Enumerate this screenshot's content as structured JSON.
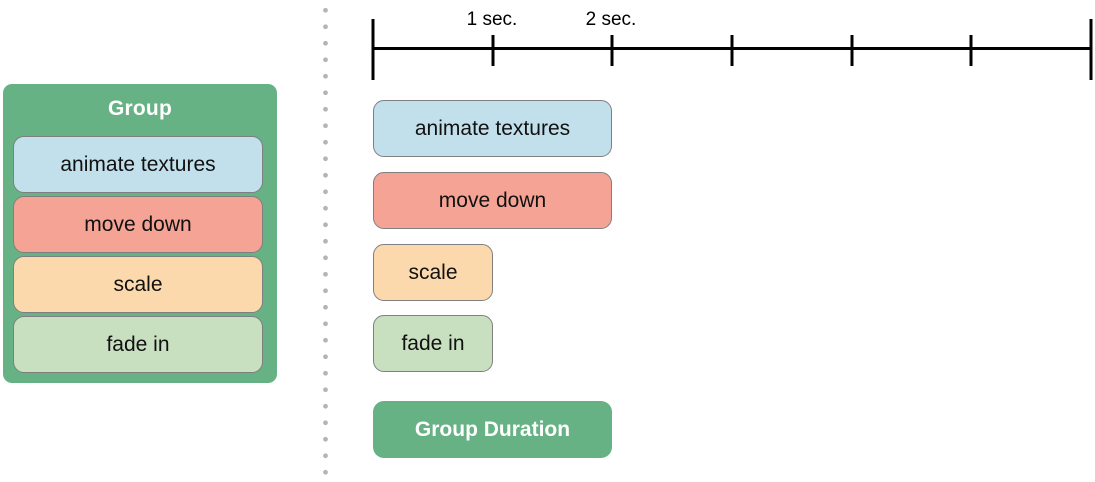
{
  "palette": {
    "group_green": "#66b285",
    "action_blue": "#c2e0ec",
    "action_salmon": "#f4a394",
    "action_peach": "#fbd9ad",
    "action_light_green": "#c8dfc0",
    "bar_border_gray": "#7f7f7f",
    "dot_gray": "#b4b4b4",
    "timeline_black": "#000000"
  },
  "group_panel": {
    "title": "Group",
    "actions": [
      {
        "label": "animate textures",
        "color": "#c2e0ec"
      },
      {
        "label": "move down",
        "color": "#f4a394"
      },
      {
        "label": "scale",
        "color": "#fbd9ad"
      },
      {
        "label": "fade in",
        "color": "#c8dfc0"
      }
    ]
  },
  "timeline": {
    "tick_seconds": [
      0,
      1,
      2,
      3,
      4,
      5,
      6
    ],
    "labels": [
      {
        "text": "1 sec.",
        "sec": 1
      },
      {
        "text": "2 sec.",
        "sec": 2
      }
    ]
  },
  "timeline_bars": [
    {
      "label": "animate textures",
      "duration_sec": 2,
      "color": "#c2e0ec"
    },
    {
      "label": "move down",
      "duration_sec": 2,
      "color": "#f4a394"
    },
    {
      "label": "scale",
      "duration_sec": 1,
      "color": "#fbd9ad"
    },
    {
      "label": "fade in",
      "duration_sec": 1,
      "color": "#c8dfc0"
    }
  ],
  "group_duration": {
    "label": "Group Duration",
    "duration_sec": 2,
    "color": "#66b285"
  }
}
